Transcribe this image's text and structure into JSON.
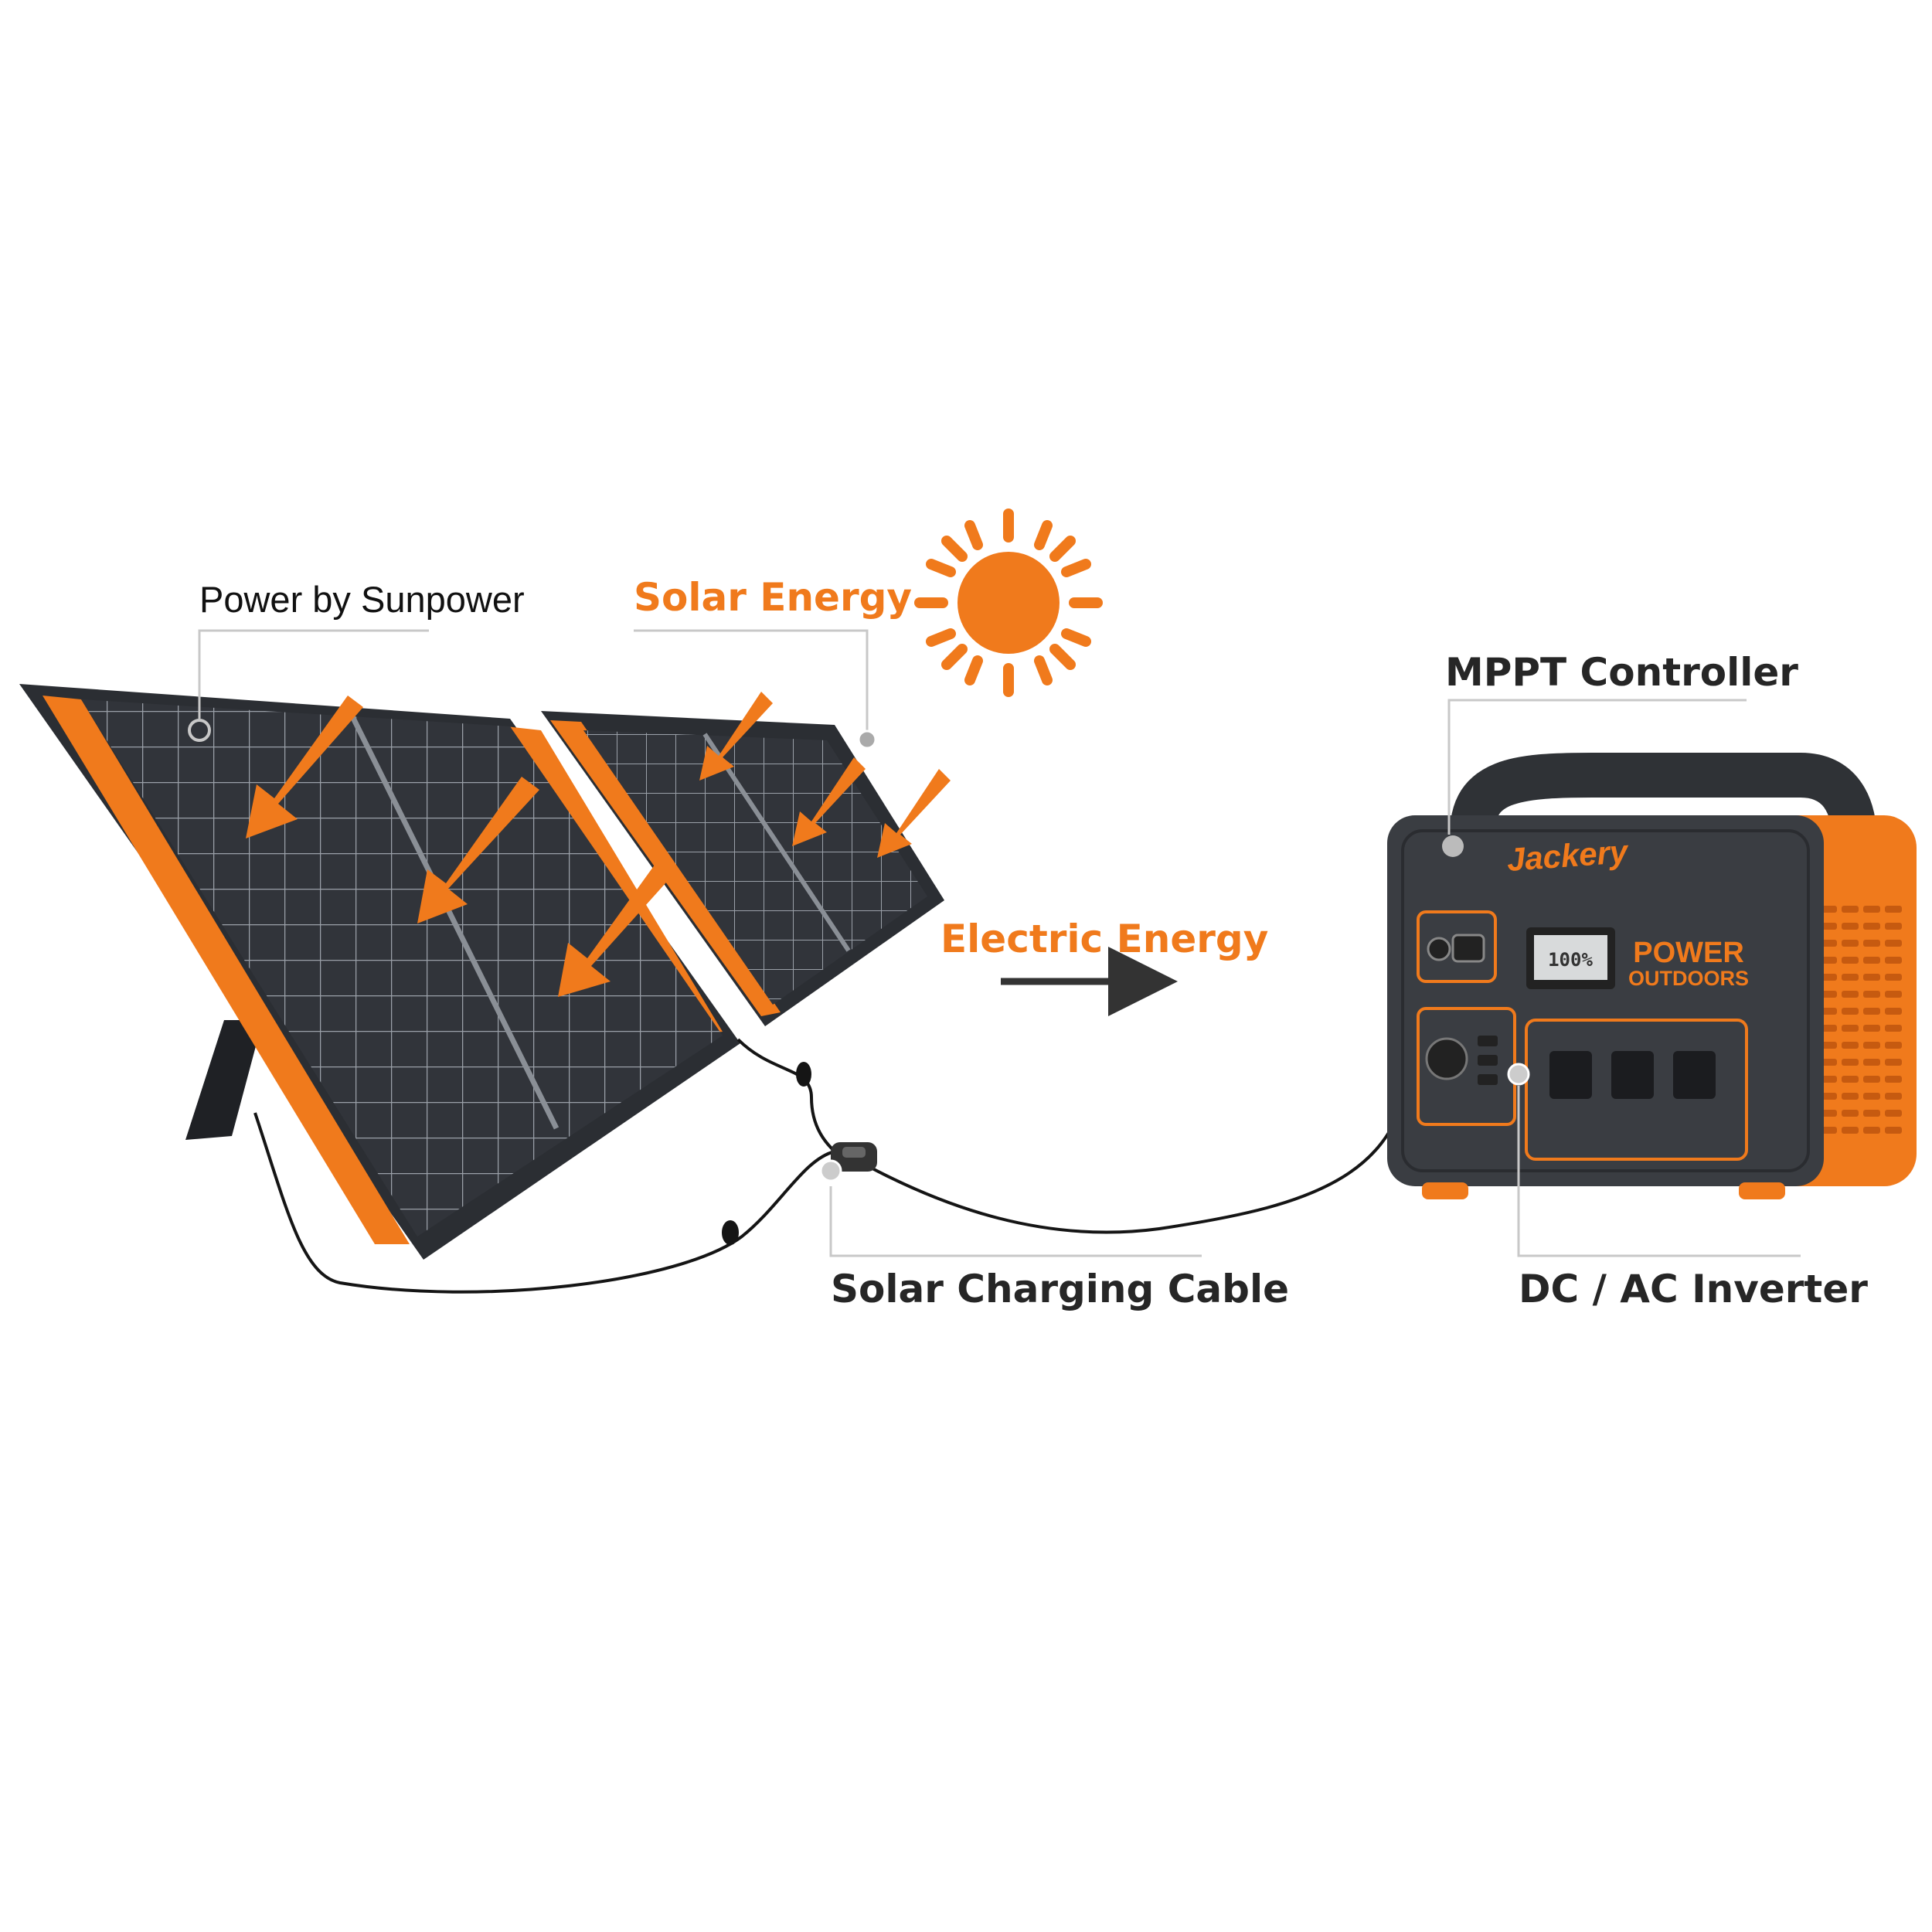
{
  "labels": {
    "power_by": "Power by Sunpower",
    "solar_energy": "Solar Energy",
    "mppt_controller": "MPPT Controller",
    "electric_energy": "Electric Energy",
    "solar_charging_cable": "Solar Charging Cable",
    "dc_ac_inverter": "DC / AC Inverter"
  },
  "device": {
    "brand": "Jackery",
    "badge_line1": "POWER",
    "badge_line2": "OUTDOORS",
    "display_reading": "100%"
  },
  "colors": {
    "accent_orange": "#f07a1c",
    "panel_dark": "#2e3136",
    "device_body": "#3a3d42",
    "label_text": "#262626",
    "leader_line": "#c8c8c8"
  }
}
